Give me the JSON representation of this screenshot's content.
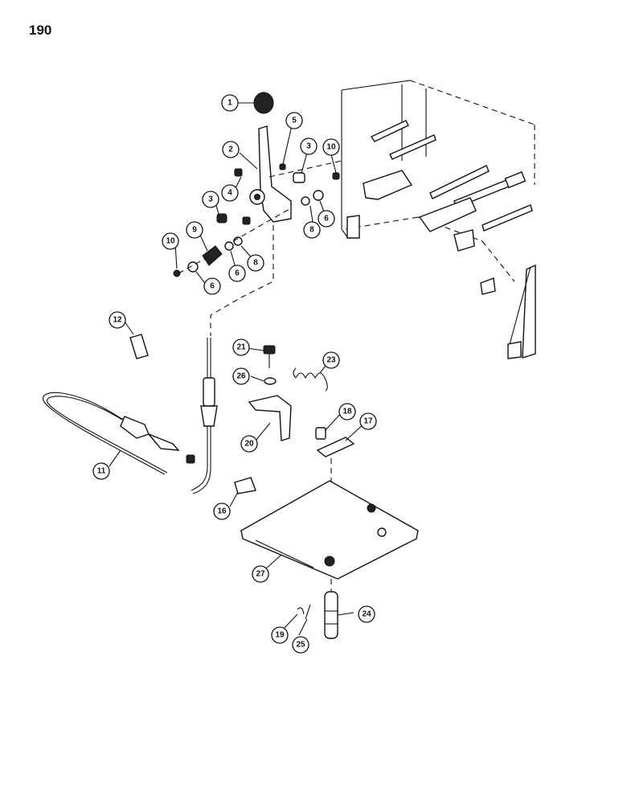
{
  "page": {
    "number": "190"
  },
  "callouts": [
    {
      "id": "c1",
      "label": "1"
    },
    {
      "id": "c2",
      "label": "2"
    },
    {
      "id": "c3a",
      "label": "3"
    },
    {
      "id": "c3b",
      "label": "3"
    },
    {
      "id": "c4",
      "label": "4"
    },
    {
      "id": "c5",
      "label": "5"
    },
    {
      "id": "c6a",
      "label": "6"
    },
    {
      "id": "c6b",
      "label": "6"
    },
    {
      "id": "c6c",
      "label": "6"
    },
    {
      "id": "c8a",
      "label": "8"
    },
    {
      "id": "c8b",
      "label": "8"
    },
    {
      "id": "c9",
      "label": "9"
    },
    {
      "id": "c10a",
      "label": "10"
    },
    {
      "id": "c10b",
      "label": "10"
    },
    {
      "id": "c11",
      "label": "11"
    },
    {
      "id": "c12",
      "label": "12"
    },
    {
      "id": "c16",
      "label": "16"
    },
    {
      "id": "c17",
      "label": "17"
    },
    {
      "id": "c18",
      "label": "18"
    },
    {
      "id": "c19",
      "label": "19"
    },
    {
      "id": "c20",
      "label": "20"
    },
    {
      "id": "c21",
      "label": "21"
    },
    {
      "id": "c23",
      "label": "23"
    },
    {
      "id": "c24",
      "label": "24"
    },
    {
      "id": "c25",
      "label": "25"
    },
    {
      "id": "c26",
      "label": "26"
    },
    {
      "id": "c27",
      "label": "27"
    }
  ]
}
